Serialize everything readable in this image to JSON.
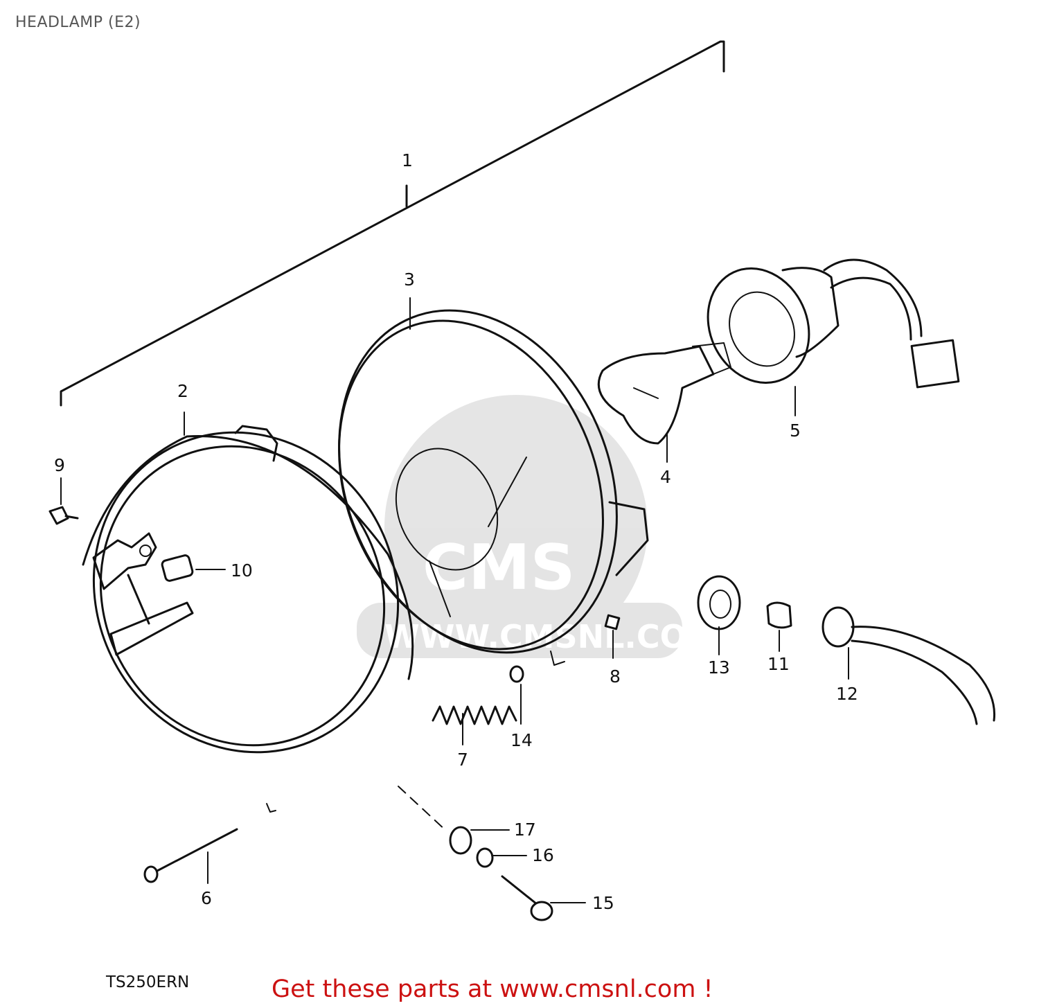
{
  "title": "HEADLAMP (E2)",
  "model_code": "TS250ERN",
  "promo_text": "Get these parts at www.cmsnl.com !",
  "watermark_text": "WWW.CMSNL.COM",
  "watermark_logo": "CMS",
  "colors": {
    "promo": "#cc1111",
    "title": "#555555",
    "line": "#111111"
  },
  "callouts": [
    "1",
    "2",
    "3",
    "4",
    "5",
    "6",
    "7",
    "8",
    "9",
    "10",
    "11",
    "12",
    "13",
    "14",
    "15",
    "16",
    "17"
  ]
}
